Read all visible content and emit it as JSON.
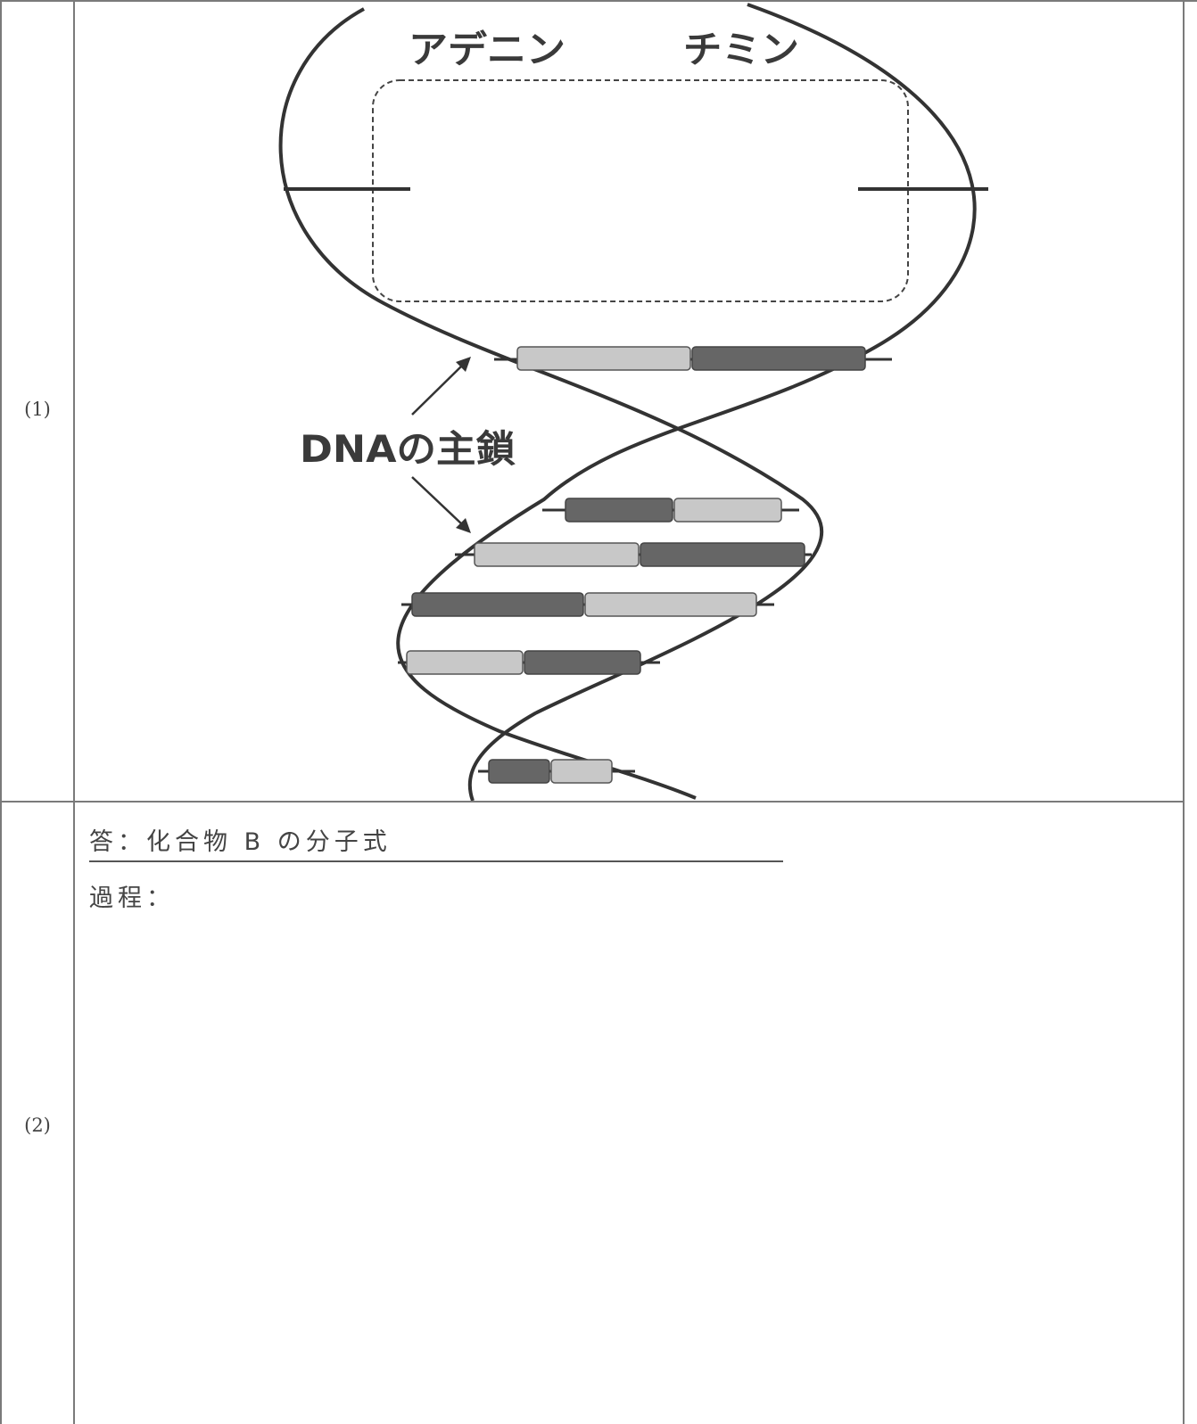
{
  "rows": [
    {
      "label": "(1)"
    },
    {
      "label": "(2)"
    }
  ],
  "diagram": {
    "base_left": "アデニン",
    "base_right": "チミン",
    "backbone_label": "DNAの主鎖"
  },
  "answer": {
    "answer_text": "答：化合物 B の分子式",
    "process_text": "過程："
  },
  "colors": {
    "dark_base": "#666666",
    "light_base": "#c8c8c8",
    "strand": "#333333",
    "border": "#7a7a7a"
  }
}
